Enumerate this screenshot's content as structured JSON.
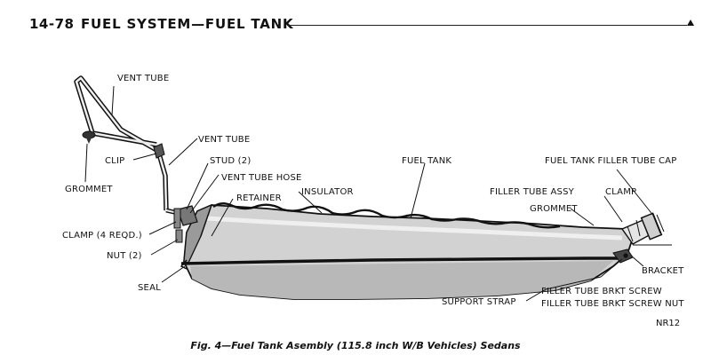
{
  "header": {
    "page_number": "14-78",
    "section_title": "FUEL SYSTEM—FUEL TANK"
  },
  "labels": {
    "vent_tube_top": "VENT TUBE",
    "vent_tube_mid": "VENT TUBE",
    "clip": "CLIP",
    "grommet_left": "GROMMET",
    "stud": "STUD (2)",
    "vent_tube_hose": "VENT TUBE HOSE",
    "retainer": "RETAINER",
    "insulator": "INSULATOR",
    "fuel_tank": "FUEL TANK",
    "fuel_tank_filler_tube_cap": "FUEL TANK FILLER TUBE CAP",
    "filler_tube_assy": "FILLER TUBE ASSY",
    "clamp_right": "CLAMP",
    "grommet_right": "GROMMET",
    "clamp_left": "CLAMP (4 REQD.)",
    "nut": "NUT (2)",
    "bracket": "BRACKET",
    "seal": "SEAL",
    "support_strap": "SUPPORT STRAP",
    "filler_tube_brkt_screw": "FILLER TUBE BRKT SCREW",
    "filler_tube_brkt_screw_nut": "FILLER TUBE BRKT SCREW NUT"
  },
  "figure_ref": "NR12",
  "caption": "Fig. 4—Fuel Tank Asembly (115.8 inch W/B Vehicles) Sedans"
}
